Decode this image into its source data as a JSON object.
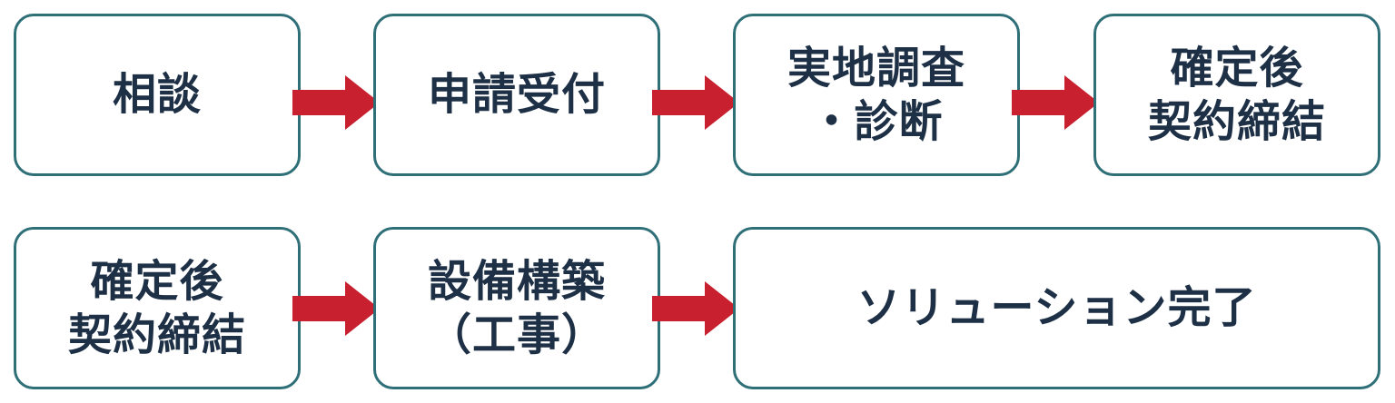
{
  "colors": {
    "box_border": "#2f6f78",
    "text": "#1e3046",
    "arrow": "#c8202f",
    "background": "#ffffff"
  },
  "rows": [
    {
      "steps": [
        {
          "label": "相談"
        },
        {
          "label": "申請受付"
        },
        {
          "label": "実地調査\n・診断"
        },
        {
          "label": "確定後\n契約締結"
        }
      ]
    },
    {
      "steps": [
        {
          "label": "確定後\n契約締結"
        },
        {
          "label": "設備構築\n（工事）"
        },
        {
          "label": "ソリューション完了"
        }
      ]
    }
  ]
}
